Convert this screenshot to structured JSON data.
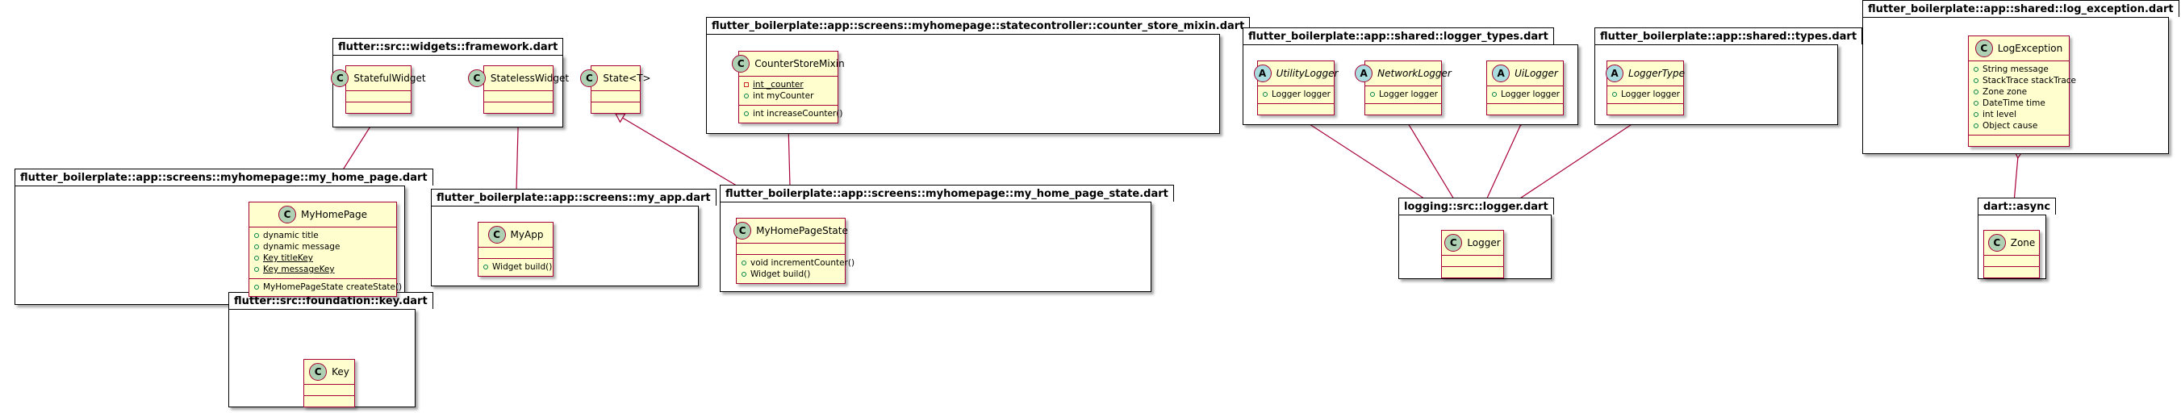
{
  "packages": {
    "framework": {
      "title": "flutter::src::widgets::framework.dart"
    },
    "counter_mixin": {
      "title": "flutter_boilerplate::app::screens::myhomepage::statecontroller::counter_store_mixin.dart"
    },
    "logger_types": {
      "title": "flutter_boilerplate::app::shared::logger_types.dart"
    },
    "types": {
      "title": "flutter_boilerplate::app::shared::types.dart"
    },
    "log_exception": {
      "title": "flutter_boilerplate::app::shared::log_exception.dart"
    },
    "my_home_page": {
      "title": "flutter_boilerplate::app::screens::myhomepage::my_home_page.dart"
    },
    "my_app": {
      "title": "flutter_boilerplate::app::screens::my_app.dart"
    },
    "my_home_page_state": {
      "title": "flutter_boilerplate::app::screens::myhomepage::my_home_page_state.dart"
    },
    "logger": {
      "title": "logging::src::logger.dart"
    },
    "async": {
      "title": "dart::async"
    },
    "key": {
      "title": "flutter::src::foundation::key.dart"
    }
  },
  "classes": {
    "stateful_widget": {
      "badge": "C",
      "name": "StatefulWidget"
    },
    "stateless_widget": {
      "badge": "C",
      "name": "StatelessWidget"
    },
    "state": {
      "badge": "C",
      "name": "State<T>"
    },
    "counter_store_mixin": {
      "badge": "C",
      "name": "CounterStoreMixin",
      "fields": [
        {
          "text": "int _counter",
          "visibility": "private",
          "static": true
        },
        {
          "text": "int myCounter",
          "visibility": "public",
          "static": false
        }
      ],
      "methods": [
        {
          "text": "int increaseCounter()",
          "visibility": "public"
        }
      ]
    },
    "utility_logger": {
      "badge": "A",
      "name": "UtilityLogger",
      "fields": [
        {
          "text": "Logger logger",
          "visibility": "public"
        }
      ]
    },
    "network_logger": {
      "badge": "A",
      "name": "NetworkLogger",
      "fields": [
        {
          "text": "Logger logger",
          "visibility": "public"
        }
      ]
    },
    "ui_logger": {
      "badge": "A",
      "name": "UiLogger",
      "fields": [
        {
          "text": "Logger logger",
          "visibility": "public"
        }
      ]
    },
    "logger_type": {
      "badge": "A",
      "name": "LoggerType",
      "fields": [
        {
          "text": "Logger logger",
          "visibility": "public"
        }
      ]
    },
    "log_exception": {
      "badge": "C",
      "name": "LogException",
      "fields": [
        {
          "text": "String message",
          "visibility": "public"
        },
        {
          "text": "StackTrace stackTrace",
          "visibility": "public"
        },
        {
          "text": "Zone zone",
          "visibility": "public"
        },
        {
          "text": "DateTime time",
          "visibility": "public"
        },
        {
          "text": "int level",
          "visibility": "public"
        },
        {
          "text": "Object cause",
          "visibility": "public"
        }
      ]
    },
    "my_home_page": {
      "badge": "C",
      "name": "MyHomePage",
      "fields": [
        {
          "text": "dynamic title",
          "visibility": "public"
        },
        {
          "text": "dynamic message",
          "visibility": "public"
        },
        {
          "text": "Key titleKey",
          "visibility": "public",
          "static": true
        },
        {
          "text": "Key messageKey",
          "visibility": "public",
          "static": true
        }
      ],
      "methods": [
        {
          "text": "MyHomePageState createState()",
          "visibility": "public"
        }
      ]
    },
    "my_app": {
      "badge": "C",
      "name": "MyApp",
      "methods": [
        {
          "text": "Widget build()",
          "visibility": "public"
        }
      ]
    },
    "my_home_page_state": {
      "badge": "C",
      "name": "MyHomePageState",
      "methods": [
        {
          "text": "void incrementCounter()",
          "visibility": "public"
        },
        {
          "text": "Widget build()",
          "visibility": "public"
        }
      ]
    },
    "logger": {
      "badge": "C",
      "name": "Logger"
    },
    "zone": {
      "badge": "C",
      "name": "Zone"
    },
    "key": {
      "badge": "C",
      "name": "Key"
    }
  },
  "relations": [
    {
      "from": "my_home_page",
      "to": "stateful_widget",
      "type": "inheritance"
    },
    {
      "from": "my_app",
      "to": "stateless_widget",
      "type": "inheritance"
    },
    {
      "from": "my_home_page_state",
      "to": "state",
      "type": "inheritance"
    },
    {
      "from": "my_home_page_state",
      "to": "counter_store_mixin",
      "type": "inheritance"
    },
    {
      "from": "my_home_page",
      "to": "key",
      "type": "aggregation"
    },
    {
      "from": "utility_logger",
      "to": "logger",
      "type": "aggregation"
    },
    {
      "from": "network_logger",
      "to": "logger",
      "type": "aggregation"
    },
    {
      "from": "ui_logger",
      "to": "logger",
      "type": "aggregation"
    },
    {
      "from": "logger_type",
      "to": "logger",
      "type": "aggregation"
    },
    {
      "from": "log_exception",
      "to": "zone",
      "type": "aggregation"
    }
  ],
  "colors": {
    "class_fill": "#FEFECE",
    "class_border": "#A80036",
    "class_badge": "#ADD1B2",
    "abstract_badge": "#A9DCDF",
    "public_marker": "#038048",
    "private_marker": "#C82930"
  }
}
